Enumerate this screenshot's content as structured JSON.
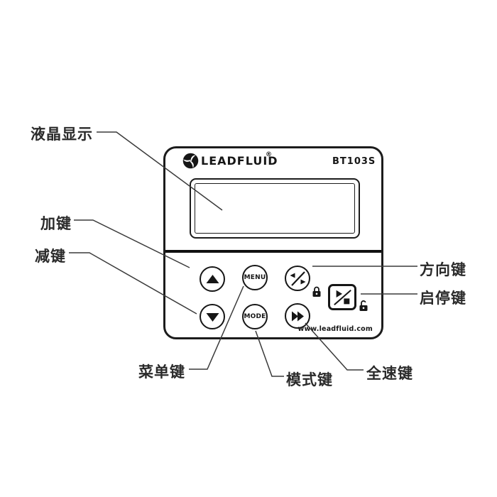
{
  "device": {
    "brand": "LEADFLUID",
    "trademark": "®",
    "model": "BT103S",
    "website": "www.leadfluid.com",
    "menu_button": "MENU",
    "mode_button": "MODE"
  },
  "callouts": {
    "lcd": "液晶显示",
    "plus_key": "加键",
    "minus_key": "减键",
    "direction_key": "方向键",
    "start_stop_key": "启停键",
    "menu_key": "菜单键",
    "mode_key": "模式键",
    "full_speed_key": "全速键"
  },
  "icons": {
    "logo": "leadfluid-swirl-logo",
    "up_key": "up-triangle-icon",
    "down_key": "down-triangle-icon",
    "direction_key": "reverse-direction-arrows-slash-icon",
    "start_stop_key": "play-stop-slash-icon",
    "full_speed_key": "fast-forward-icon",
    "direction_lock": "closed-padlock-icon",
    "start_stop_lock": "open-padlock-icon"
  },
  "colors": {
    "background": "#ffffff",
    "ink": "#161616",
    "callout_line": "#3a3a3a"
  }
}
